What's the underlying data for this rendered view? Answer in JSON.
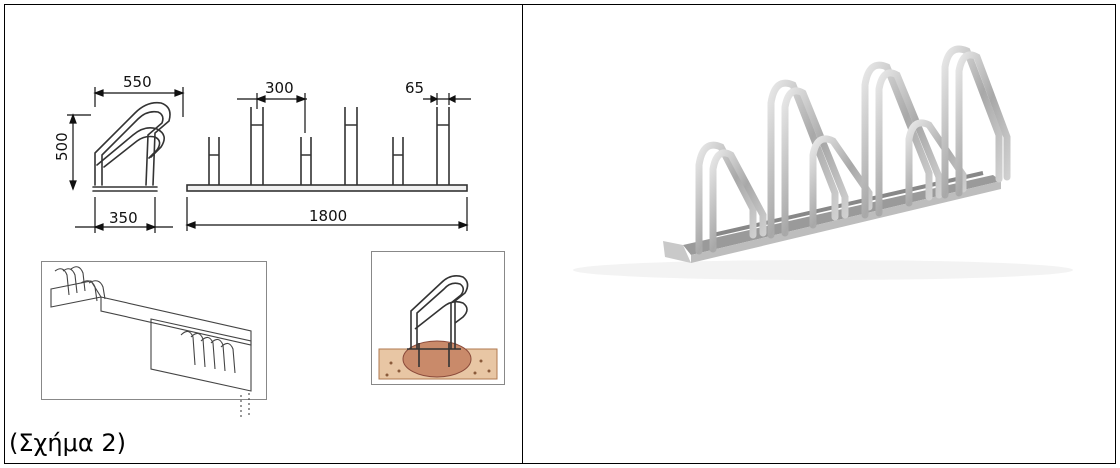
{
  "drawing": {
    "dimensions": {
      "width_top": "550",
      "height": "500",
      "depth": "350",
      "spacing": "300",
      "tube_gap": "65",
      "total_length": "1800"
    }
  },
  "caption": "(Σχήμα 2)"
}
